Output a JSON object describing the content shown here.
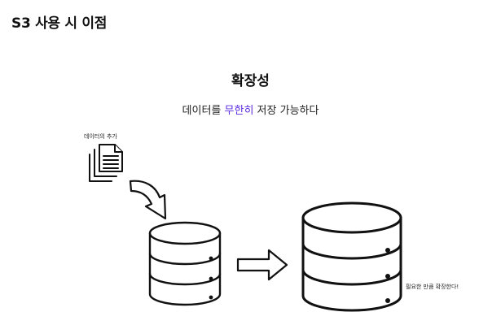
{
  "page": {
    "title": "S3 사용 시 이점"
  },
  "section": {
    "heading": "확장성",
    "subtitle_before": "데이터를 ",
    "subtitle_highlight": "무한히",
    "subtitle_after": " 저장 가능하다"
  },
  "labels": {
    "add_data": "데이터의 추가",
    "scale": "필요한 만큼 확장한다!"
  },
  "icons": [
    "documents-icon",
    "curved-arrow-icon",
    "database-icon",
    "right-arrow-icon"
  ],
  "colors": {
    "accent": "#5b2be0",
    "ink": "#111111"
  }
}
